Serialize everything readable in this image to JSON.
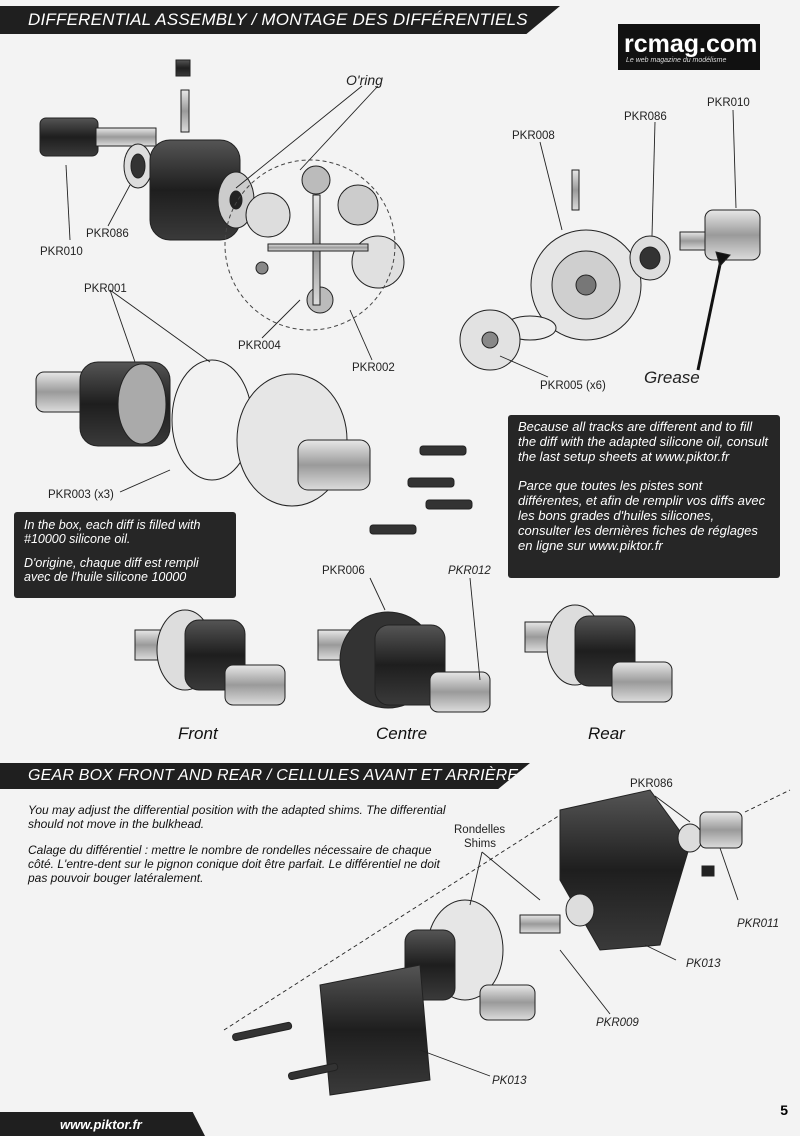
{
  "section1": {
    "title": "DIFFERENTIAL ASSEMBLY / MONTAGE DES DIFFÉRENTIELS"
  },
  "logo": {
    "main": "rcmag.com",
    "tag": "Le web magazine du modélisme"
  },
  "labels": {
    "oring": "O'ring",
    "pkr010_left": "PKR010",
    "pkr086_left": "PKR086",
    "pkr004": "PKR004",
    "pkr002": "PKR002",
    "pkr008": "PKR008",
    "pkr086_right": "PKR086",
    "pkr010_right": "PKR010",
    "pkr005": "PKR005 (x6)",
    "grease": "Grease",
    "pkr001": "PKR001",
    "pkr003": "PKR003 (x3)",
    "pkr006": "PKR006",
    "pkr012": "PKR012",
    "front": "Front",
    "centre": "Centre",
    "rear": "Rear"
  },
  "note_left": {
    "en": "In the box, each diff is filled with #10000 silicone oil.",
    "fr": "D'origine, chaque diff est rempli avec de l'huile silicone 10000"
  },
  "note_right": {
    "en": "Because all tracks are different and to fill the diff with the adapted silicone oil, consult the last setup sheets at www.piktor.fr",
    "fr": "Parce que toutes les pistes sont différentes, et afin de remplir vos diffs avec les bons grades d'huiles silicones, consulter les dernières fiches de réglages en ligne sur www.piktor.fr"
  },
  "section2": {
    "title": "GEAR BOX FRONT AND REAR / CELLULES AVANT ET ARRIÈRE",
    "text_en": "You may adjust the differential position with the adapted shims. The differential should not move in the bulkhead.",
    "text_fr": "Calage du différentiel : mettre le nombre de rondelles nécessaire de chaque côté. L'entre-dent sur le pignon conique doit être parfait. Le différentiel ne doit pas pouvoir bouger latéralement."
  },
  "labels2": {
    "pkr086": "PKR086",
    "rondelles": "Rondelles",
    "shims": "Shims",
    "pkr011": "PKR011",
    "pk013_right": "PK013",
    "pkr009": "PKR009",
    "pk013_bottom": "PK013"
  },
  "footer": {
    "url": "www.piktor.fr",
    "page": "5"
  }
}
